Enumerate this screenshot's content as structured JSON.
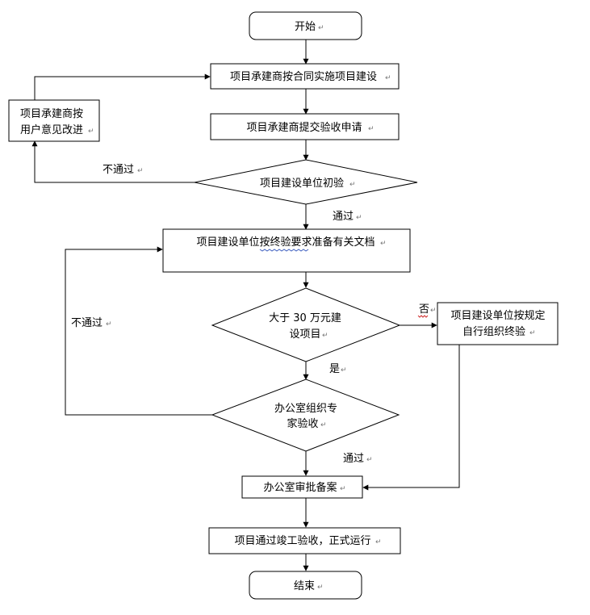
{
  "flowchart": {
    "start": "开始",
    "step_construct": "项目承建商按合同实施项目建设",
    "step_submit": "项目承建商提交验收申请",
    "decision_initial": "项目建设单位初验",
    "step_improve_line1": "项目承建商按",
    "step_improve_line2": "用户意见改进",
    "label_fail_1": "不通过",
    "label_pass_1": "通过",
    "step_prepare_docs": "项目建设单位按终验要求准备有关文档",
    "decision_amount_line1": "大于 30 万元建",
    "decision_amount_line2": "设项目",
    "label_no": "否",
    "step_self_line1": "项目建设单位按规定",
    "step_self_line2": "自行组织终验",
    "label_yes": "是",
    "label_fail_2": "不通过",
    "decision_office_line1": "办公室组织专",
    "decision_office_line2": "家验收",
    "label_pass_2": "通过",
    "step_approve": "办公室审批备案",
    "step_complete": "项目通过竣工验收，正式运行",
    "end": "结束"
  }
}
